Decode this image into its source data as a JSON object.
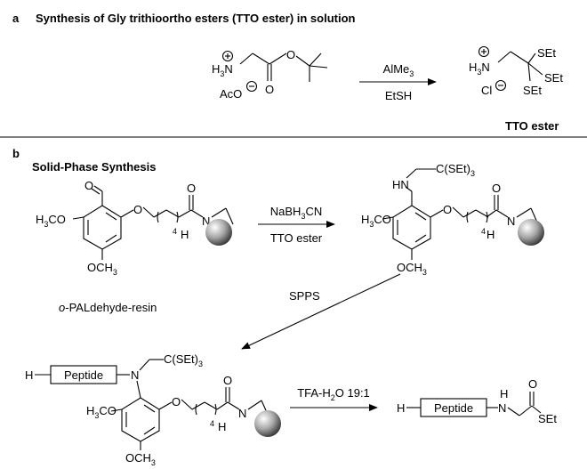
{
  "panel_a": {
    "label": "a",
    "title": "Synthesis of Gly trithioortho esters (TTO ester) in solution",
    "reactant": {
      "ammonium": "H3N",
      "counterion": "AcO"
    },
    "reagent_top": "AlMe3",
    "reagent_bottom": "EtSH",
    "product": {
      "ammonium": "H3N",
      "counterion": "Cl",
      "set_groups": [
        "SEt",
        "SEt",
        "SEt"
      ]
    },
    "product_name": "TTO ester"
  },
  "panel_b": {
    "label": "b",
    "title": "Solid-Phase Synthesis",
    "resin": {
      "methoxy_top": "H3CO",
      "methoxy_bottom": "OCH3",
      "linker_o": "O",
      "carbonyl_o": "O",
      "repeat_n": "4",
      "amide_n": "N",
      "amide_h": "H",
      "name_prefix": "o",
      "name": "-PALdehyde-resin"
    },
    "step1_top": "NaBH3CN",
    "step1_bottom": "TTO ester",
    "intermediate": {
      "amine": "HN",
      "tto_group": "C(SEt)3",
      "methoxy_top": "H3CO",
      "methoxy_bottom": "OCH3"
    },
    "step2": "SPPS",
    "peptide_resin": {
      "h": "H",
      "box": "Peptide",
      "n": "N",
      "tto_group": "C(SEt)3",
      "methoxy_top": "H3CO",
      "methoxy_bottom": "OCH3"
    },
    "step3": "TFA-H2O 19:1",
    "final_product": {
      "h": "H",
      "box": "Peptide",
      "nh_n": "N",
      "nh_h": "H",
      "carbonyl_o": "O",
      "thioester": "SEt"
    }
  }
}
